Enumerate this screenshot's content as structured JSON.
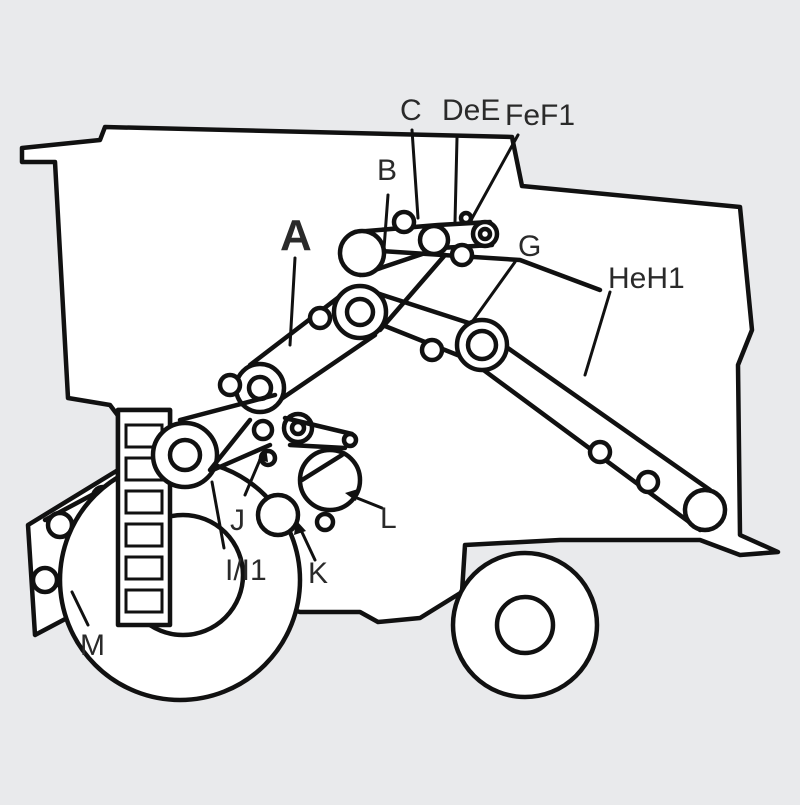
{
  "labels": {
    "a": "A",
    "b": "B",
    "c": "C",
    "de": "DeE",
    "fe": "FeF1",
    "g": "G",
    "he": "HeH1",
    "i": "I/I1",
    "j": "J",
    "k": "K",
    "l": "L",
    "m": "M"
  },
  "colors": {
    "background": "#e9eaec",
    "outline": "#111111",
    "accent": "#e3262b",
    "label": "#2a2a2a"
  }
}
